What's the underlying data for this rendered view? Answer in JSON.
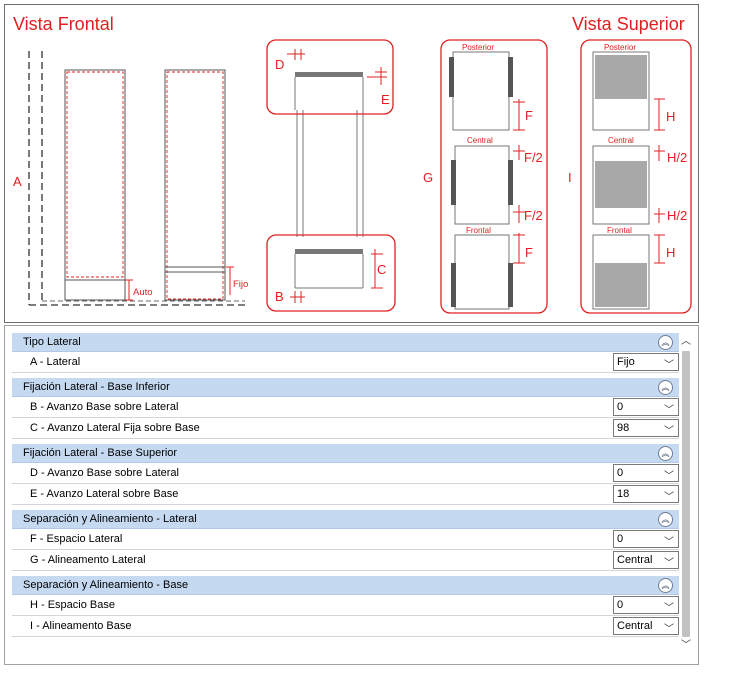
{
  "diagram": {
    "title_front": "Vista Frontal",
    "title_top": "Vista Superior",
    "labels": {
      "A": "A",
      "B": "B",
      "C": "C",
      "D": "D",
      "E": "E",
      "F": "F",
      "F2": "F/2",
      "G": "G",
      "H": "H",
      "H2": "H/2",
      "I": "I",
      "auto": "Auto",
      "fijo": "Fijo",
      "posterior": "Posterior",
      "central": "Central",
      "frontal": "Frontal"
    },
    "accent_color": "#e02020"
  },
  "properties": {
    "groups": [
      {
        "title": "Tipo Lateral",
        "rows": [
          {
            "label": "A - Lateral",
            "value": "Fijo"
          }
        ]
      },
      {
        "title": "Fijación Lateral - Base Inferior",
        "rows": [
          {
            "label": "B - Avanzo Base sobre Lateral",
            "value": "0"
          },
          {
            "label": "C - Avanzo Lateral Fija sobre Base",
            "value": "98"
          }
        ]
      },
      {
        "title": "Fijación Lateral - Base Superior",
        "rows": [
          {
            "label": "D - Avanzo Base sobre Lateral",
            "value": "0"
          },
          {
            "label": "E - Avanzo Lateral sobre Base",
            "value": "18"
          }
        ]
      },
      {
        "title": "Separación y Alineamiento -  Lateral",
        "rows": [
          {
            "label": "F - Espacio Lateral",
            "value": "0"
          },
          {
            "label": "G - Alineamento Lateral",
            "value": "Central"
          }
        ]
      },
      {
        "title": "Separación y Alineamiento - Base",
        "rows": [
          {
            "label": "H - Espacio Base",
            "value": "0"
          },
          {
            "label": "I - Alineamento Base",
            "value": "Central"
          }
        ]
      }
    ],
    "icons": {
      "collapse": "double-chevron-up-icon",
      "dropdown": "chevron-down-icon",
      "scroll_up": "chevron-up-icon",
      "scroll_down": "chevron-down-icon"
    }
  }
}
